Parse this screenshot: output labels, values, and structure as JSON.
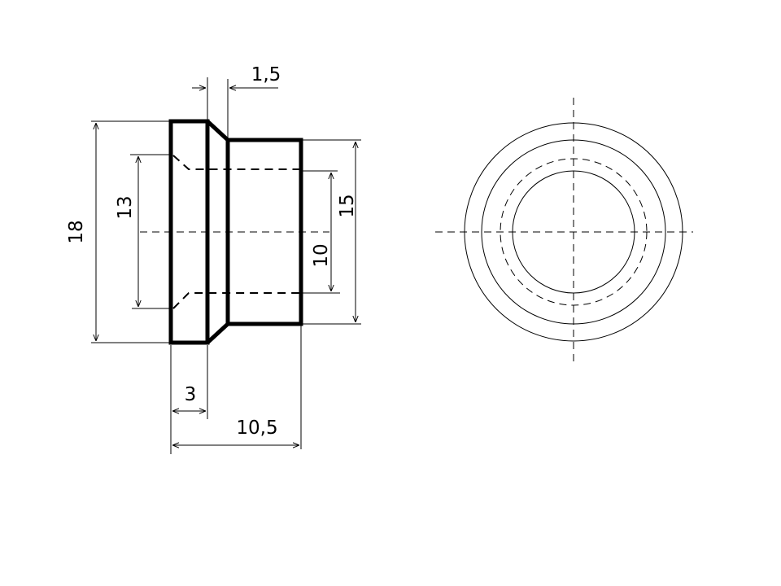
{
  "drawing": {
    "side_view": {
      "dimensions": {
        "flange_diameter": "18",
        "chamfer_diameter": "13",
        "bore_diameter": "10",
        "body_diameter": "15",
        "flange_width": "3",
        "total_length": "10,5",
        "chamfer_length": "1,5"
      }
    },
    "front_view": {
      "circles": [
        "outer-flange",
        "body",
        "hidden-chamfer",
        "bore"
      ]
    }
  }
}
